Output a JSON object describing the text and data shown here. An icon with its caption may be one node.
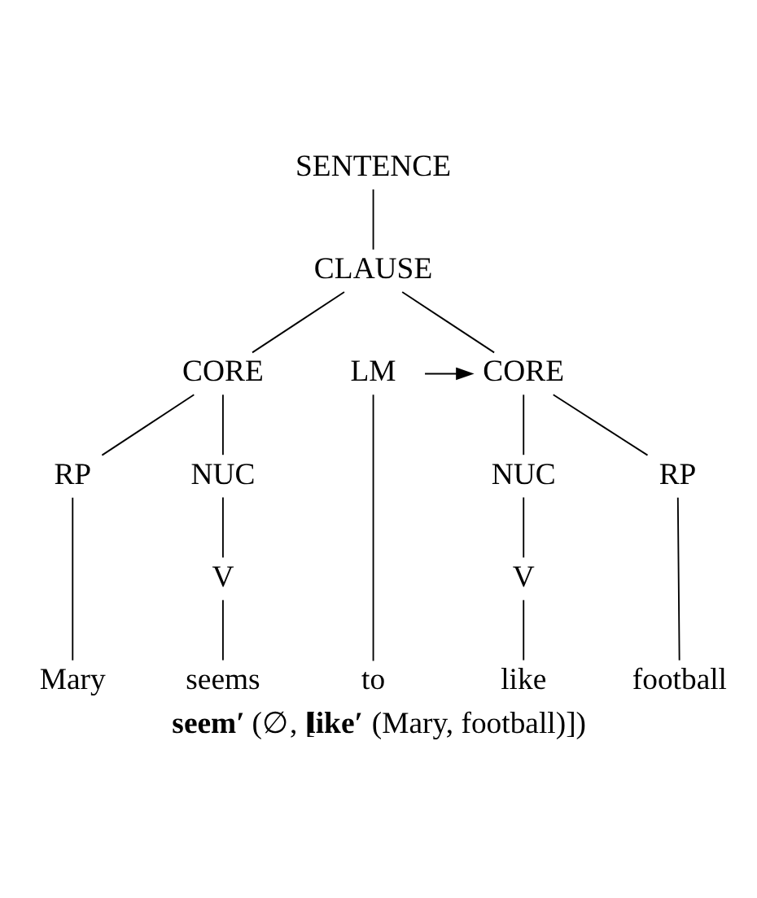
{
  "diagram": {
    "caption": "**seem′** (∅, [**like′** (Mary, football)])",
    "nodes": [
      {
        "text": [
          "SENTENCE"
        ]
      },
      {
        "text": [
          "CLAUSE"
        ]
      },
      {
        "text": [
          "CORE"
        ]
      },
      {
        "text": [
          "LM"
        ]
      },
      {
        "text": [
          "CORE"
        ]
      },
      {
        "text": [
          "RP"
        ]
      },
      {
        "text": [
          "NUC"
        ]
      },
      {
        "text": [
          "NUC"
        ]
      },
      {
        "text": [
          "RP"
        ]
      },
      {
        "text": [
          "V"
        ]
      },
      {
        "text": [
          "V"
        ]
      },
      {
        "text": [
          "Mary"
        ]
      },
      {
        "text": [
          "seems"
        ]
      },
      {
        "text": [
          "to"
        ]
      },
      {
        "text": [
          "like"
        ]
      },
      {
        "text": [
          "football"
        ]
      }
    ],
    "edges": [
      {
        "from": 0,
        "to": 1,
        "arrow": "none"
      },
      {
        "from": 1,
        "to": 2,
        "arrow": "none"
      },
      {
        "from": 1,
        "to": 4,
        "arrow": "none"
      },
      {
        "from": 3,
        "to": 4,
        "arrow": "to"
      },
      {
        "from": 2,
        "to": 5,
        "arrow": "none"
      },
      {
        "from": 2,
        "to": 6,
        "arrow": "none"
      },
      {
        "from": 4,
        "to": 7,
        "arrow": "none"
      },
      {
        "from": 4,
        "to": 8,
        "arrow": "none"
      },
      {
        "from": 6,
        "to": 9,
        "arrow": "none"
      },
      {
        "from": 7,
        "to": 10,
        "arrow": "none"
      },
      {
        "from": 5,
        "to": 11,
        "arrow": "none"
      },
      {
        "from": 9,
        "to": 12,
        "arrow": "none"
      },
      {
        "from": 3,
        "to": 13,
        "arrow": "none"
      },
      {
        "from": 10,
        "to": 14,
        "arrow": "none"
      },
      {
        "from": 8,
        "to": 15,
        "arrow": "none"
      }
    ]
  }
}
